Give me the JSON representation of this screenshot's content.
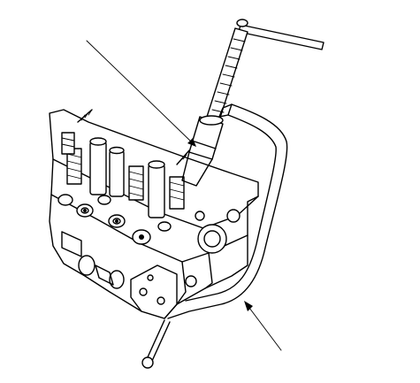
{
  "diagram": {
    "kind": "line-art-technical-illustration",
    "subject": "cylinder-head-valve-spring-compressor",
    "background_color": "#ffffff",
    "ink_color": "#000000",
    "callouts": [
      {
        "id": "compressor-attachment",
        "label": ""
      },
      {
        "id": "compressor-frame",
        "label": ""
      }
    ]
  }
}
